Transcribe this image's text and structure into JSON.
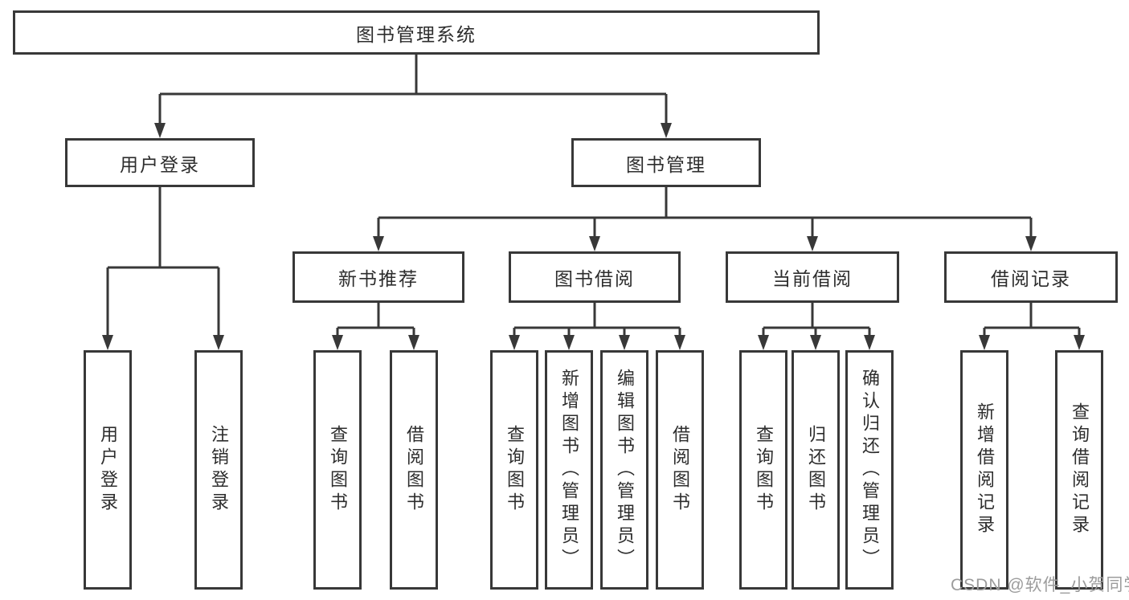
{
  "tree": {
    "root": {
      "label": "图书管理系统"
    },
    "branches": [
      {
        "label": "用户登录",
        "children": [
          {
            "label": "用户登录"
          },
          {
            "label": "注销登录"
          }
        ]
      },
      {
        "label": "图书管理",
        "children": [
          {
            "label": "新书推荐",
            "children": [
              {
                "label": "查询图书"
              },
              {
                "label": "借阅图书"
              }
            ]
          },
          {
            "label": "图书借阅",
            "children": [
              {
                "label": "查询图书"
              },
              {
                "label": "新增图书（管理员）"
              },
              {
                "label": "编辑图书（管理员）"
              },
              {
                "label": "借阅图书"
              }
            ]
          },
          {
            "label": "当前借阅",
            "children": [
              {
                "label": "查询图书"
              },
              {
                "label": "归还图书"
              },
              {
                "label": "确认归还（管理员）"
              }
            ]
          },
          {
            "label": "借阅记录",
            "children": [
              {
                "label": "新增借阅记录"
              },
              {
                "label": "查询借阅记录"
              }
            ]
          }
        ]
      }
    ]
  },
  "watermark": {
    "text": "CSDN @软件_小贺同学",
    "color": "#9c9c9c"
  },
  "colors": {
    "line": "#383838",
    "box_border": "#383838",
    "text": "#2d2d2d",
    "background": "#ffffff"
  }
}
